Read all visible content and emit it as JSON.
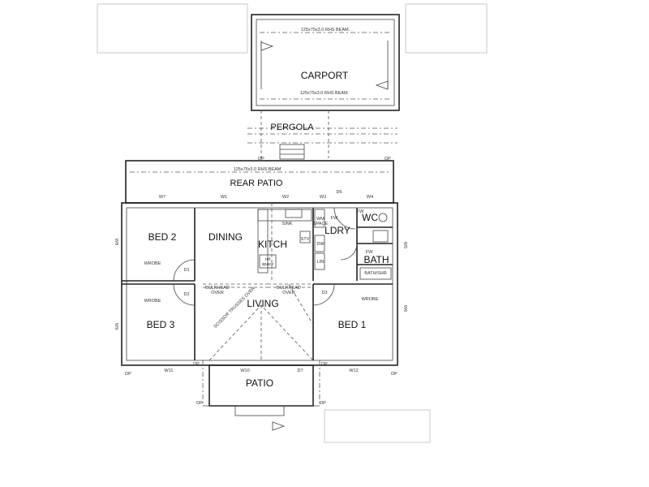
{
  "areas": {
    "carport": "CARPORT",
    "pergola": "PERGOLA",
    "rear_patio": "REAR PATIO",
    "front_patio": "PATIO",
    "bed2": "BED 2",
    "dining": "DINING",
    "kitchen": "KITCH",
    "laundry": "LDRY",
    "wc": "WC",
    "bath": "BATH",
    "bed3": "BED 3",
    "living": "LIVING",
    "bed1": "BED 1"
  },
  "beams": {
    "carport_top": "125x75x3.0 RHS BEAM.",
    "carport_bottom": "125x75x3.0 RHS BEAM.",
    "rear_patio": "125x75x3.0 RHS BEAM"
  },
  "windows": [
    "W7",
    "W1",
    "W2",
    "W3",
    "W4",
    "W5",
    "W6",
    "W8",
    "W9",
    "W11",
    "W10",
    "W12"
  ],
  "doors": [
    "D6",
    "D1",
    "D2",
    "D3",
    "D7"
  ],
  "fixtures": {
    "sink": "SINK",
    "ref_space": "ref\nspace",
    "stove": "STV",
    "wm_space": "WM\nSPACE",
    "dw": "DW",
    "lin": "LIN",
    "bath_shr": "BATH/SHR",
    "fw": "FW",
    "fw2": "FW",
    "fw3": "FW"
  },
  "notes": {
    "wrobe_bed2": "WROBE",
    "wrobe_bed3": "WROBE",
    "wrobe_bed1": "WROBE",
    "bulkhead_left": "BULKHEAD\nOVER",
    "bulkhead_right": "BULKHEAD\nOVER",
    "scissor": "SCISSOR TRUSSES OVER"
  },
  "posts": [
    "DP",
    "DP",
    "DP",
    "DP",
    "DP",
    "DP",
    "DP",
    "DP"
  ]
}
